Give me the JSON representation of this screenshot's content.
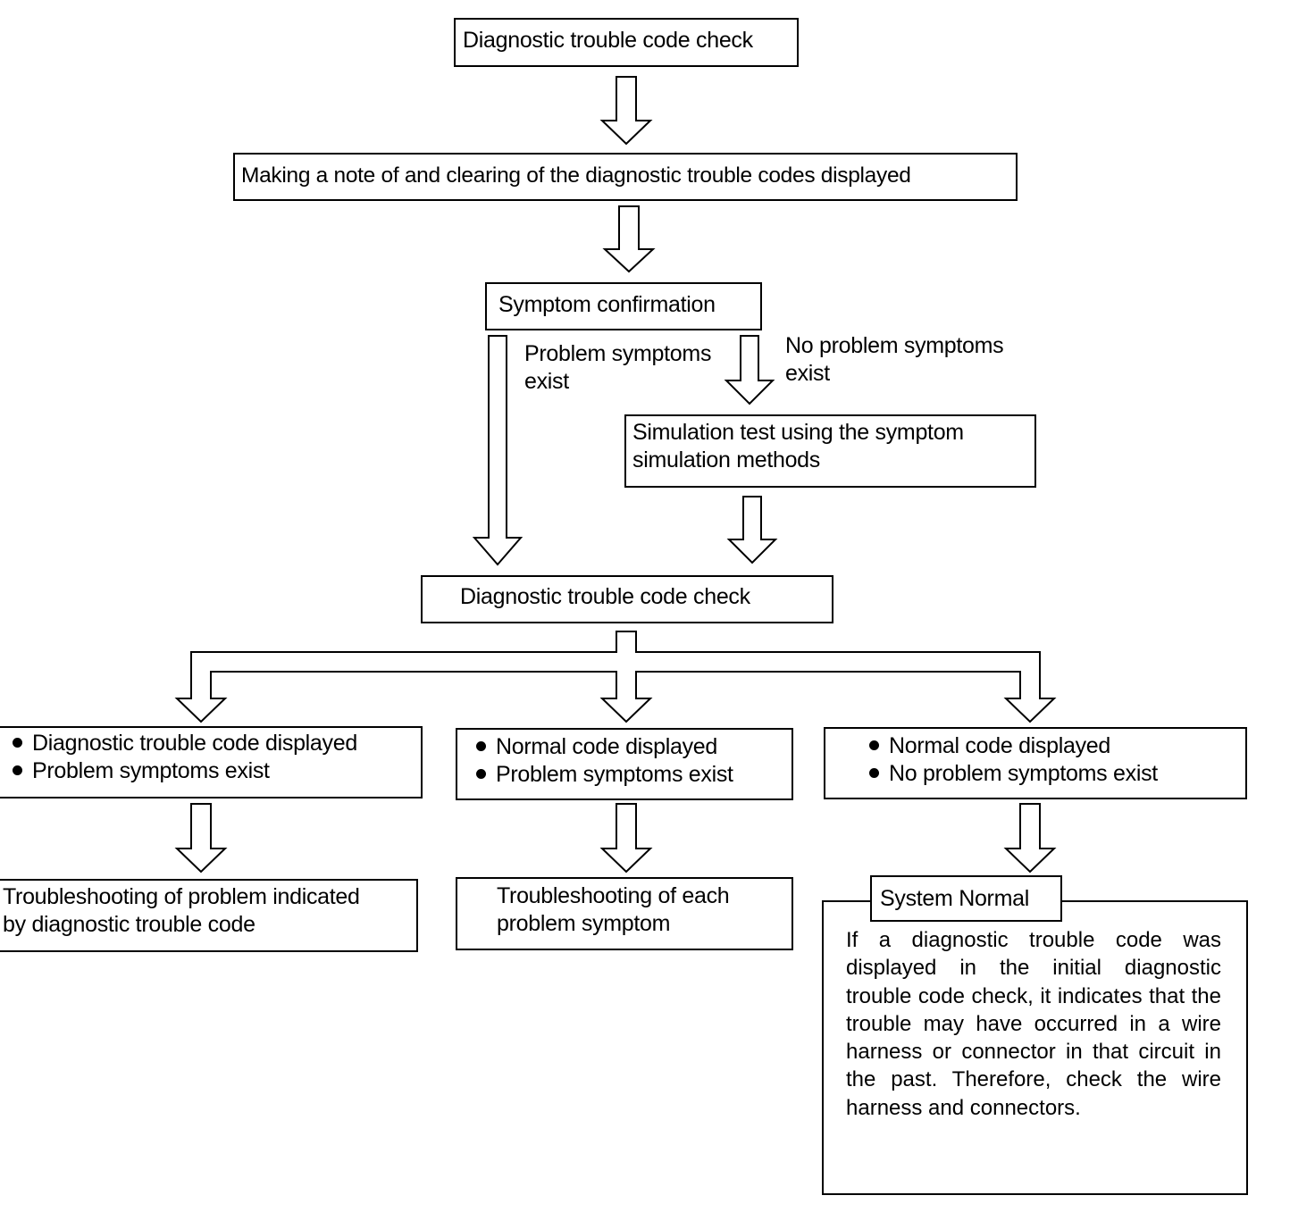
{
  "nodes": {
    "top_check": "Diagnostic trouble code check",
    "note_clear": "Making a note of and clearing of the diagnostic trouble codes displayed",
    "symptom_confirmation": "Symptom confirmation",
    "branch_yes_line1": "Problem symptoms",
    "branch_yes_line2": "exist",
    "branch_no_line1": "No problem symptoms",
    "branch_no_line2": "exist",
    "simulation_line1": "Simulation test using the symptom",
    "simulation_line2": "simulation methods",
    "second_check": "Diagnostic trouble code check"
  },
  "outcomes": [
    {
      "bullets": [
        "Diagnostic trouble code displayed",
        "Problem symptoms exist"
      ],
      "result_lines": [
        "Troubleshooting of problem indicated",
        "by diagnostic trouble code"
      ]
    },
    {
      "bullets": [
        "Normal code displayed",
        "Problem symptoms exist"
      ],
      "result_lines": [
        "Troubleshooting of each",
        "problem symptom"
      ]
    },
    {
      "bullets": [
        "Normal code displayed",
        "No problem symptoms exist"
      ],
      "result_title": "System Normal",
      "result_note": "If a diagnostic trouble code was displayed in the initial diagnostic trouble code check, it indicates that the trouble may have occurred in a wire harness or connector in that circuit in the past. Therefore, check the wire harness and connectors."
    }
  ]
}
